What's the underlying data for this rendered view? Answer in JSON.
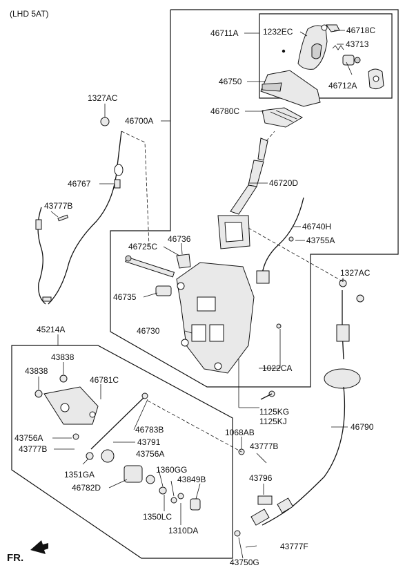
{
  "header": {
    "title": "(LHD 5AT)"
  },
  "footer": {
    "direction_label": "FR."
  },
  "labels": {
    "p46711A": "46711A",
    "p1232EC": "1232EC",
    "p46718C": "46718C",
    "p43713": "43713",
    "p46712A": "46712A",
    "p46750": "46750",
    "p46780C": "46780C",
    "p1327AC_a": "1327AC",
    "p46700A": "46700A",
    "p46767": "46767",
    "p43777B_a": "43777B",
    "p46720D": "46720D",
    "p46740H": "46740H",
    "p43755A": "43755A",
    "p46725C": "46725C",
    "p46736": "46736",
    "p46735": "46735",
    "p46730": "46730",
    "p1022CA": "1022CA",
    "p1327AC_b": "1327AC",
    "p45214A": "45214A",
    "p43838_a": "43838",
    "p43838_b": "43838",
    "p46781C": "46781C",
    "p46783B": "46783B",
    "p43756A_a": "43756A",
    "p43791": "43791",
    "p43777B_b": "43777B",
    "p43756A_b": "43756A",
    "p1351GA": "1351GA",
    "p1360GG": "1360GG",
    "p43849B": "43849B",
    "p46782D": "46782D",
    "p1350LC": "1350LC",
    "p1310DA": "1310DA",
    "p1125KG": "1125KG",
    "p1125KJ": "1125KJ",
    "p46790": "46790",
    "p1068AB": "1068AB",
    "p43777B_c": "43777B",
    "p43796": "43796",
    "p43777F": "43777F",
    "p43750G": "43750G"
  }
}
